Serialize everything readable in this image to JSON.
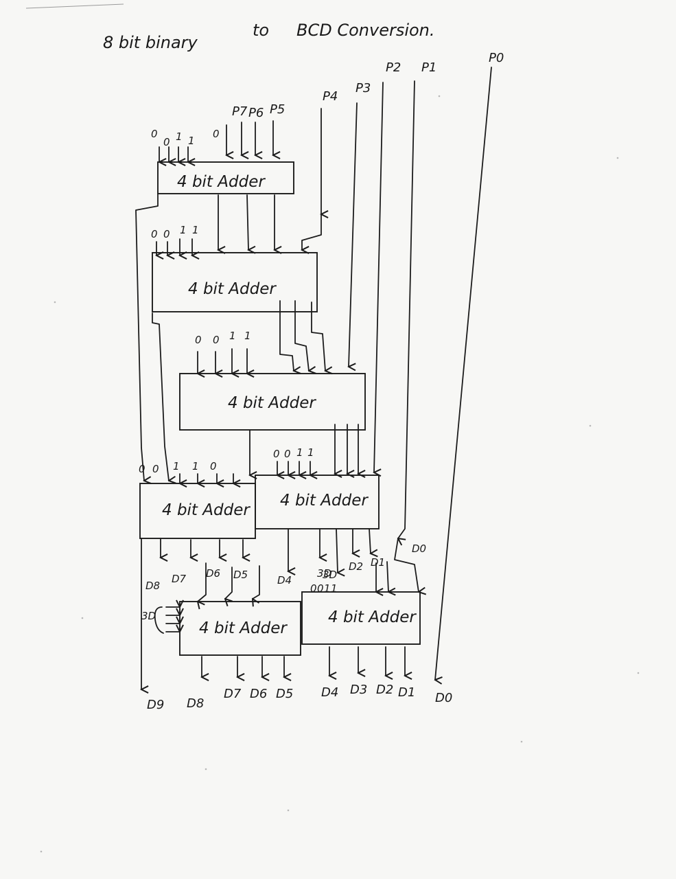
{
  "title": {
    "part1": "8 bit binary",
    "part2": "to",
    "part3": "BCD Conversion."
  },
  "inputs": {
    "p7": "P7",
    "p6": "P6",
    "p5": "P5",
    "p4": "P4",
    "p3": "P3",
    "p2": "P2",
    "p1": "P1",
    "p0": "P0"
  },
  "constants": {
    "a1": [
      "0",
      "0",
      "1",
      "1",
      "0"
    ],
    "a2": [
      "0",
      "0",
      "1",
      "1"
    ],
    "a3": [
      "0",
      "0",
      "1",
      "1"
    ],
    "a4": [
      "0",
      "0",
      "1",
      "1",
      "0"
    ],
    "a5": [
      "0",
      "0",
      "1",
      "1"
    ],
    "a7": [
      "0",
      "0",
      "1",
      "1"
    ]
  },
  "adders": {
    "a1": "4 bit Adder",
    "a2": "4 bit Adder",
    "a3": "4 bit Adder",
    "a4": "4 bit Adder",
    "a5": "4 bit Adder",
    "a6": "4 bit Adder",
    "a7": "4 bit Adder"
  },
  "intermediate": {
    "d8": "D8",
    "d7": "D7",
    "d6": "D6",
    "d5": "D5",
    "d4": "D4",
    "d3": "3D",
    "d2": "D2",
    "d1": "D1",
    "d0": "D0",
    "bias_left": "3D",
    "bias_right": "3D"
  },
  "outputs": {
    "d9": "D9",
    "d8": "D8",
    "d7": "D7",
    "d6": "D6",
    "d5": "D5",
    "d4": "D4",
    "d3": "D3",
    "d2": "D2",
    "d1": "D1",
    "d0": "D0"
  }
}
